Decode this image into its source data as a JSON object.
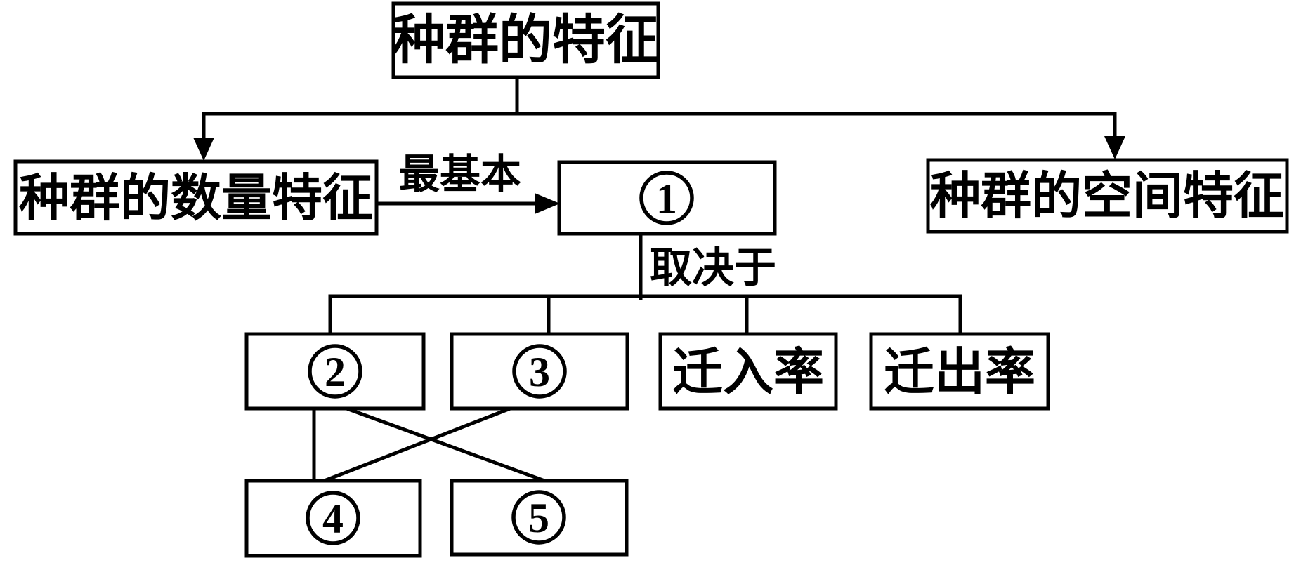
{
  "diagram": {
    "title": "种群的特征",
    "nodes": {
      "top": {
        "label": "种群的特征"
      },
      "quantity": {
        "label": "种群的数量特征"
      },
      "node1": {
        "label": "①",
        "digit": "1"
      },
      "spatial": {
        "label": "种群的空间特征"
      },
      "node2": {
        "label": "②",
        "digit": "2"
      },
      "node3": {
        "label": "③",
        "digit": "3"
      },
      "immigration": {
        "label": "迁入率"
      },
      "emigration": {
        "label": "迁出率"
      },
      "node4": {
        "label": "④",
        "digit": "4"
      },
      "node5": {
        "label": "⑤",
        "digit": "5"
      }
    },
    "edge_labels": {
      "most_basic": "最基本",
      "depends_on": "取决于"
    },
    "colors": {
      "line": "#000000",
      "box_fill": "#ffffff",
      "background": "#ffffff"
    }
  }
}
